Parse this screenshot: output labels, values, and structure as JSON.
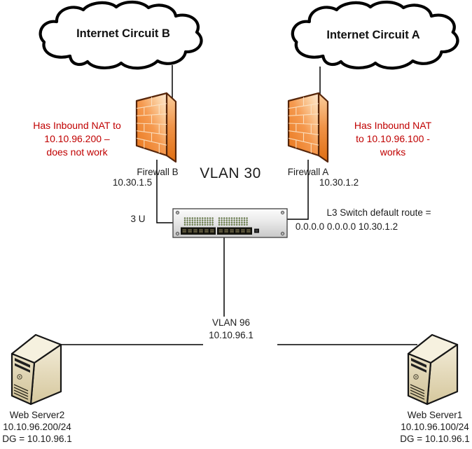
{
  "clouds": [
    {
      "label": "Internet Circuit B"
    },
    {
      "label": "Internet Circuit A"
    }
  ],
  "firewalls": [
    {
      "name": "Firewall B",
      "ip": "10.30.1.5",
      "note_lines": [
        "Has Inbound NAT to",
        "10.10.96.200 –",
        "does not work"
      ]
    },
    {
      "name": "Firewall A",
      "ip": "10.30.1.2",
      "note_lines": [
        "Has Inbound NAT",
        "to 10.10.96.100 -",
        "works"
      ]
    }
  ],
  "core_switch": {
    "vlan_label": "VLAN 30",
    "rack_units": "3 U",
    "default_route_line1": "L3 Switch default route =",
    "default_route_line2": "0.0.0.0 0.0.0.0 10.30.1.2"
  },
  "server_lan": {
    "vlan_label": "VLAN 96",
    "gateway_ip": "10.10.96.1"
  },
  "servers": [
    {
      "name": "Web Server2",
      "ip": "10.10.96.200/24",
      "default_gateway": "DG = 10.10.96.1"
    },
    {
      "name": "Web Server1",
      "ip": "10.10.96.100/24",
      "default_gateway": "DG = 10.10.96.1"
    }
  ],
  "icons": {
    "cloud": "cloud-icon",
    "firewall": "brick-wall-firewall-icon",
    "switch": "rack-switch-icon",
    "server": "tower-server-icon"
  },
  "colors": {
    "note_red": "#C00000",
    "connector_black": "#000000",
    "firewall_orange": "#F08A33",
    "firewall_outline": "#55250A",
    "server_beige": "#E8DFC4",
    "switch_gray": "#D9D9D9"
  }
}
